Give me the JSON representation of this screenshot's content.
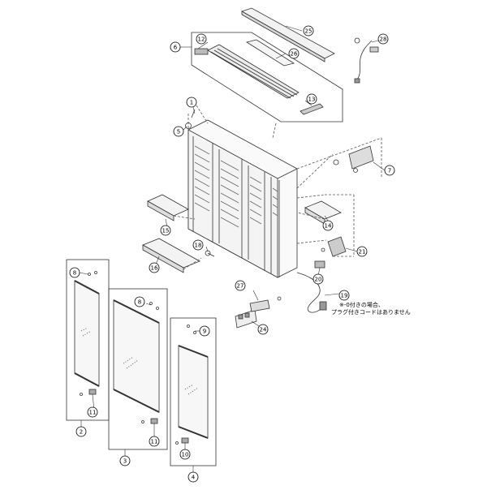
{
  "callouts": {
    "c1": "1",
    "c2": "2",
    "c3": "3",
    "c4": "4",
    "c5": "5",
    "c6": "6",
    "c7": "7",
    "c8a": "8",
    "c8b": "8",
    "c9": "9",
    "c10": "10",
    "c11a": "11",
    "c11b": "11",
    "c12": "12",
    "c13": "13",
    "c14": "14",
    "c15": "15",
    "c16": "16",
    "c18": "18",
    "c19": "19",
    "c20": "20",
    "c21": "21",
    "c24": "24",
    "c25": "25",
    "c26": "26",
    "c27": "27",
    "c28": "28"
  },
  "note": {
    "line1": "※-0付きの場合、",
    "line2": "プラグ付きコードはありません"
  }
}
